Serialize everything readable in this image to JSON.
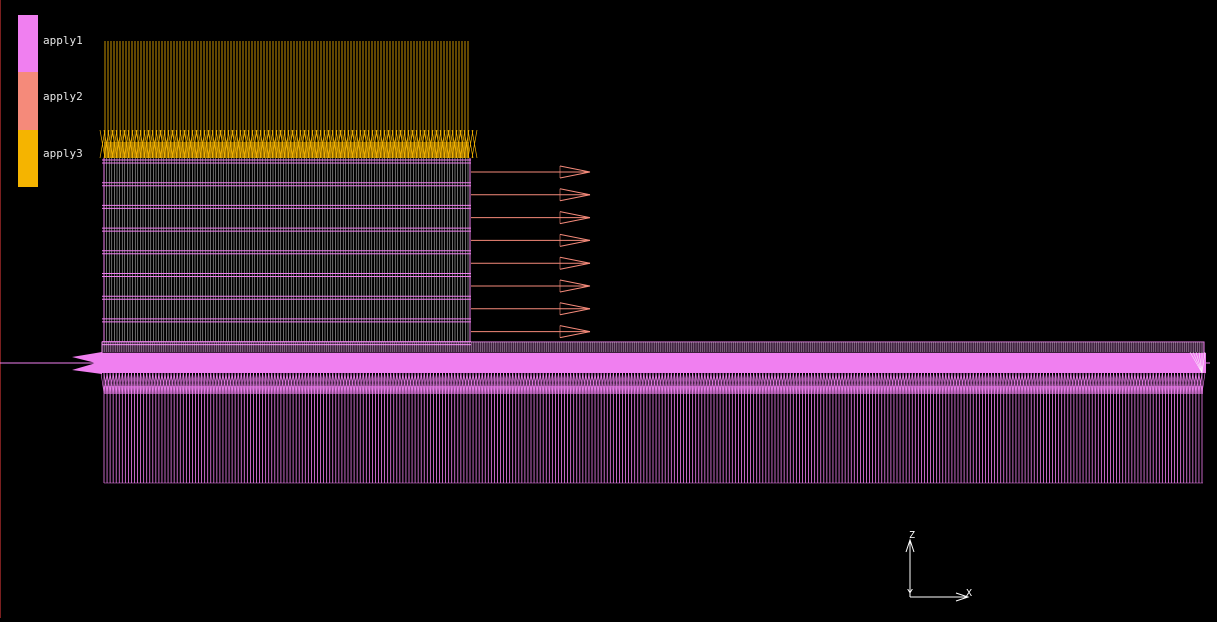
{
  "legend": {
    "items": [
      {
        "label": "apply1",
        "color": "#f07ff0"
      },
      {
        "label": "apply2",
        "color": "#f58a7a"
      },
      {
        "label": "apply3",
        "color": "#f5b400"
      }
    ]
  },
  "triad": {
    "z_label": "Z",
    "y_label": "Y",
    "x_label": "X"
  },
  "colors": {
    "background": "#000000",
    "mesh": "#f07ff0",
    "arrow": "#f58a7a",
    "load": "#f5b400",
    "axis": "#ffffff"
  }
}
